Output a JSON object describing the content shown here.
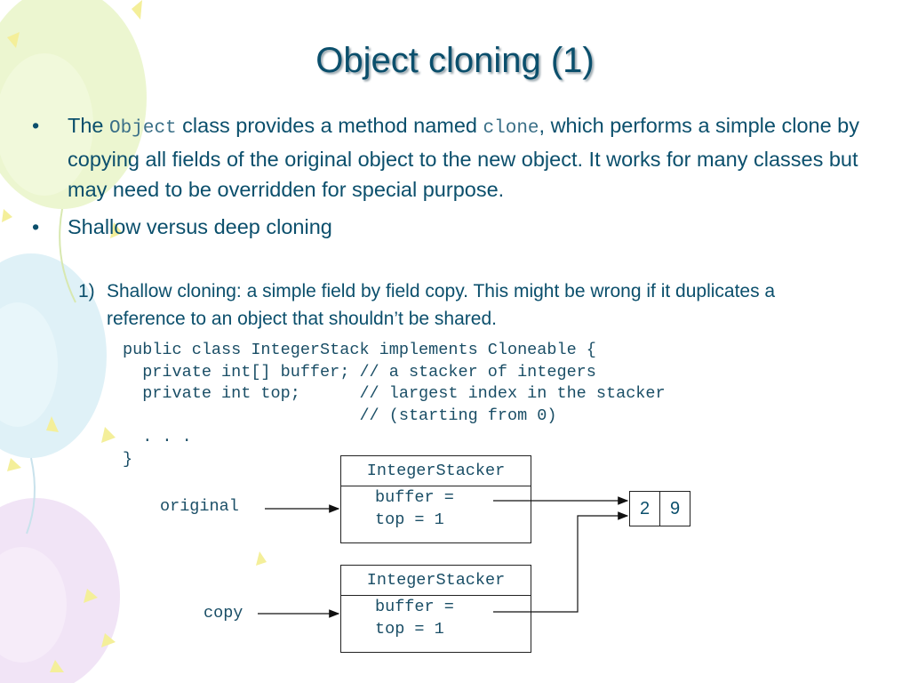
{
  "slide": {
    "title": "Object cloning (1)",
    "bullets": [
      {
        "marker": "•",
        "parts": [
          {
            "text": "The ",
            "mono": false
          },
          {
            "text": "Object",
            "mono": true
          },
          {
            "text": " class provides a method named ",
            "mono": false
          },
          {
            "text": "clone",
            "mono": true
          },
          {
            "text": ", which performs a simple clone by copying all fields of the original object to the new object. It works for many classes but may need to be overridden for special purpose.",
            "mono": false
          }
        ]
      },
      {
        "marker": "•",
        "parts": [
          {
            "text": "Shallow versus deep cloning",
            "mono": false
          }
        ]
      }
    ],
    "sub_item": {
      "number": "1)",
      "text": "Shallow cloning: a simple field by field copy. This might be wrong if it duplicates a reference to an object that shouldn’t be shared."
    },
    "code_lines": [
      "public class IntegerStack implements Cloneable {",
      "  private int[] buffer; // a stacker of integers",
      "  private int top;      // largest index in the stacker",
      "                        // (starting from 0)",
      "  . . .",
      "}"
    ]
  },
  "diagram": {
    "original_box": {
      "header": "IntegerStacker",
      "fields": [
        "buffer =",
        "top = 1"
      ]
    },
    "copy_box": {
      "header": "IntegerStacker",
      "fields": [
        "buffer =",
        "top = 1"
      ]
    },
    "labels": {
      "original": "original",
      "copy": "copy"
    },
    "array_values": [
      "2",
      "9"
    ]
  },
  "colors": {
    "text": "#0b4f6c",
    "code": "#1a4e66",
    "balloon_green": "#e3f2b8",
    "balloon_blue": "#d4ecf4",
    "balloon_purple": "#ecd9f2",
    "confetti_yellow": "#f4ef9a"
  }
}
